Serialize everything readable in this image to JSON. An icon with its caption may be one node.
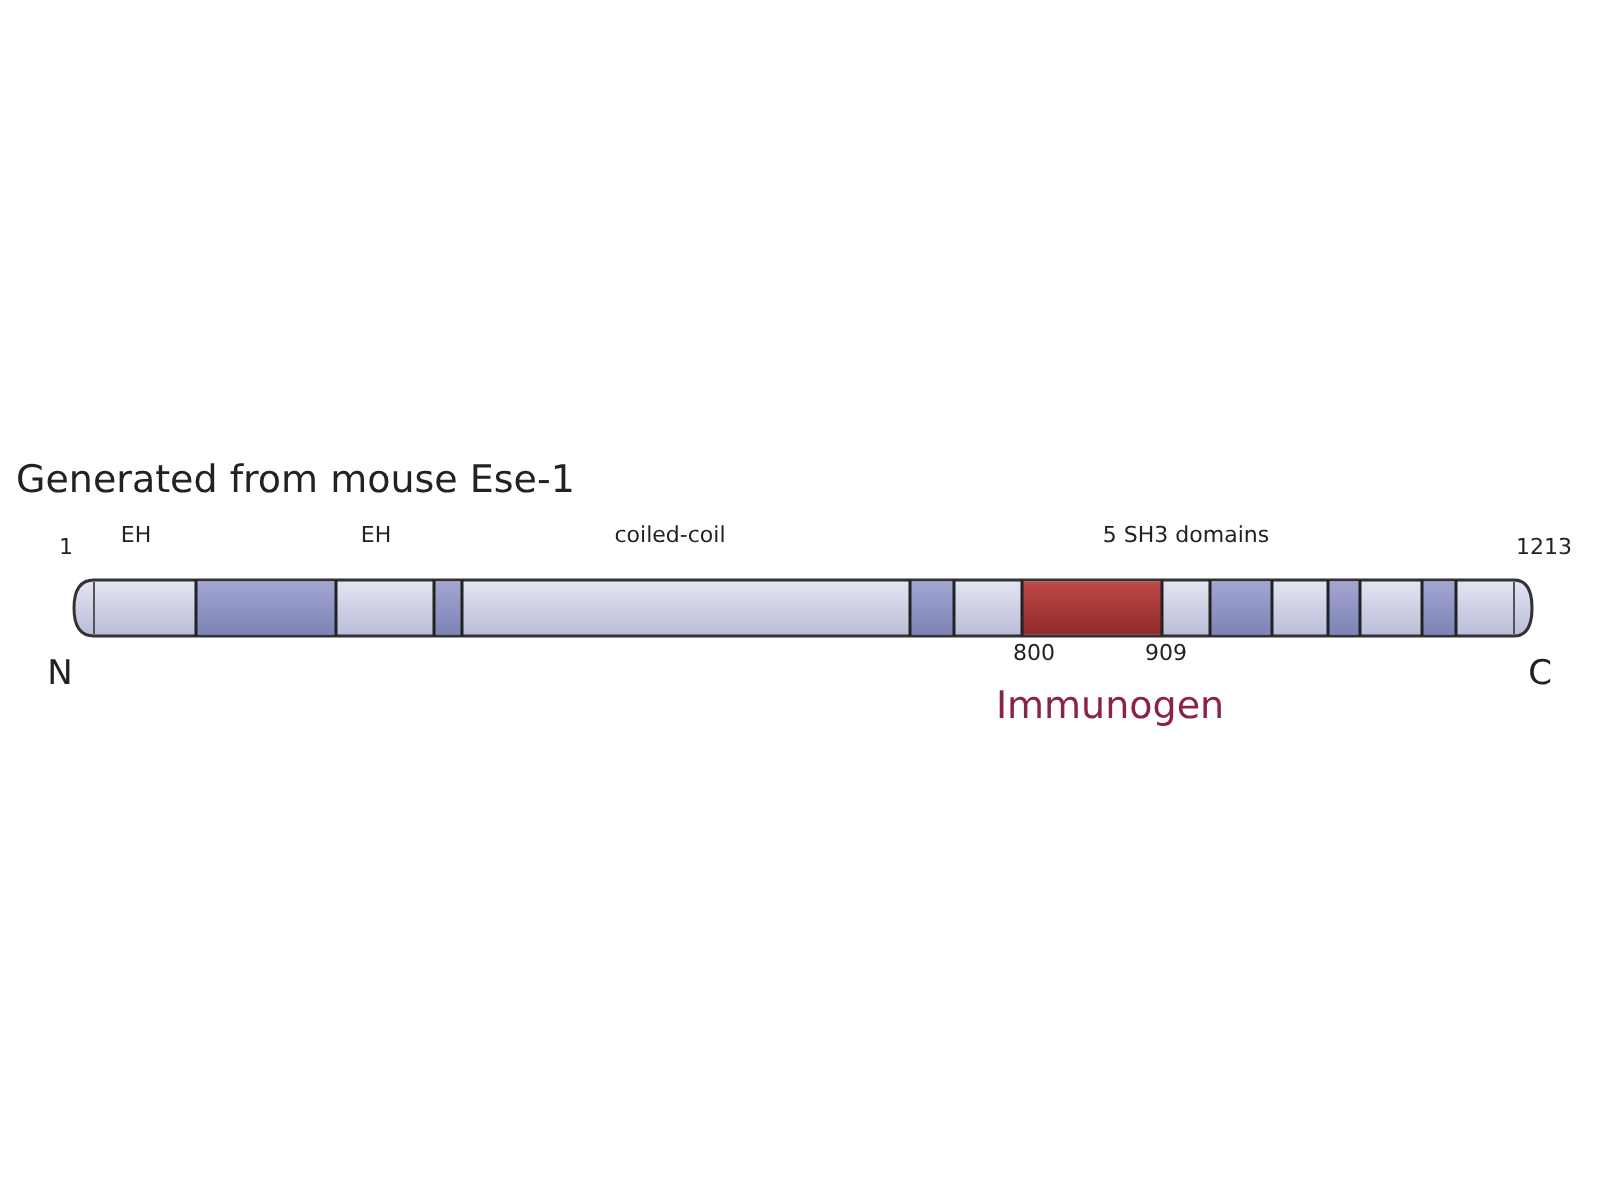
{
  "diagram": {
    "title": "Generated from mouse Ese-1",
    "labels": [
      "1",
      "EH",
      "EH",
      "coiled-coil",
      "5 SH3 domains",
      "1213",
      "N",
      "800",
      "909",
      "C",
      "Immunogen"
    ]
  }
}
